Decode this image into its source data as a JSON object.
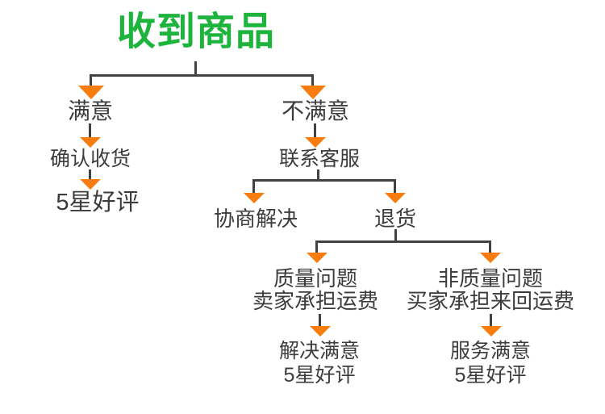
{
  "flowchart": {
    "title": "收到商品",
    "branch_satisfied": {
      "label": "满意",
      "step1": "确认收货",
      "step2": "5星好评"
    },
    "branch_unsatisfied": {
      "label": "不满意",
      "step1": "联系客服",
      "option_negotiate": "协商解决",
      "option_return": "退货",
      "return_quality": {
        "line1": "质量问题",
        "line2": "卖家承担运费",
        "result_line1": "解决满意",
        "result_line2": "5星好评"
      },
      "return_non_quality": {
        "line1": "非质量问题",
        "line2": "买家承担来回运费",
        "result_line1": "服务满意",
        "result_line2": "5星好评"
      }
    },
    "colors": {
      "title_green": "#1db33c",
      "arrow_orange": "#f87d0e",
      "line_gray": "#424242",
      "text_dark": "#3c3c3c"
    }
  }
}
